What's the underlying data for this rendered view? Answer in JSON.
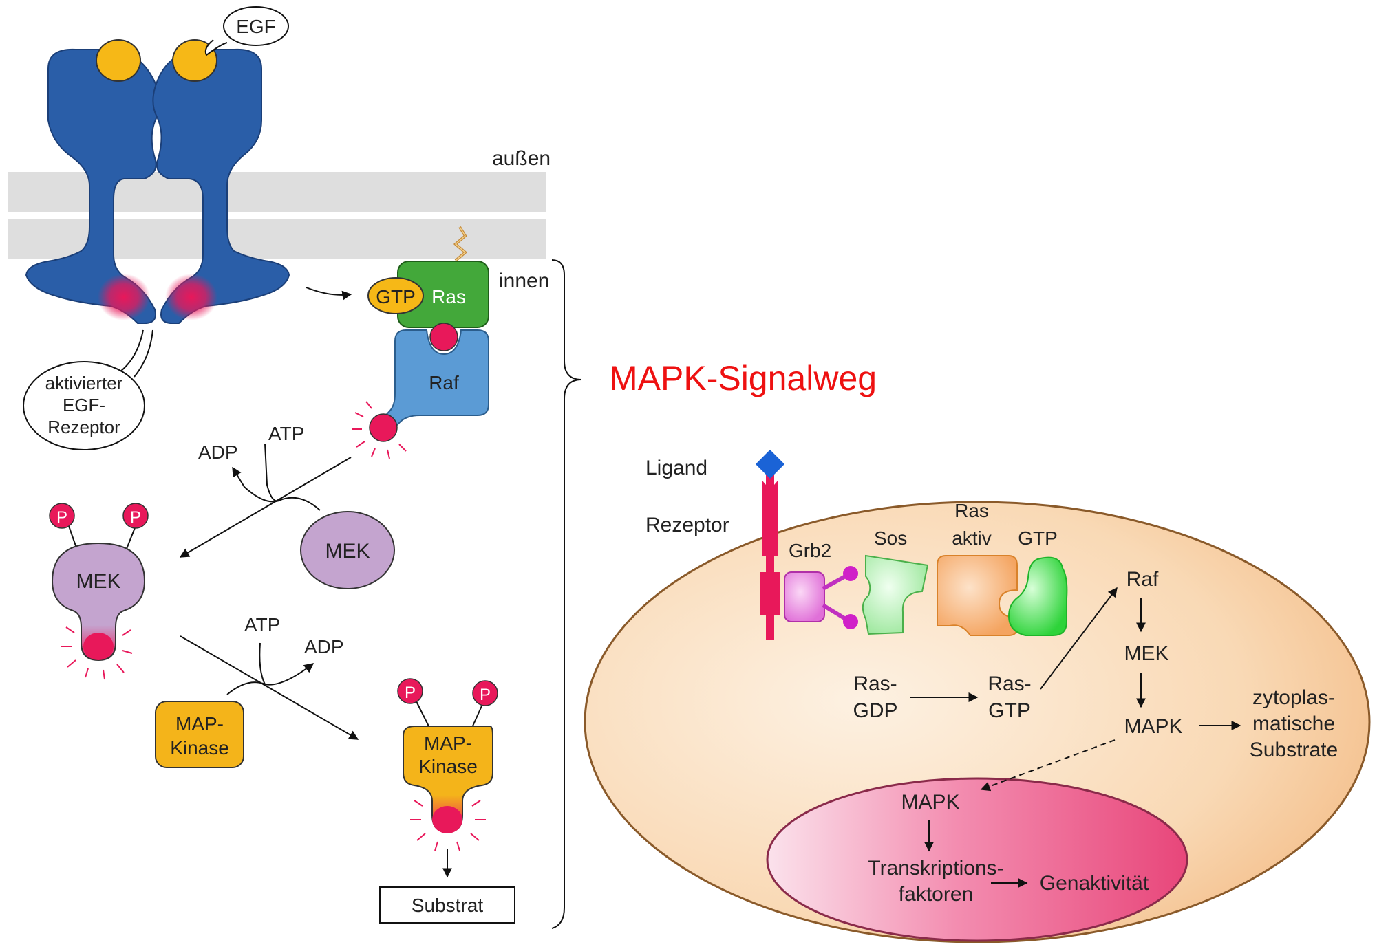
{
  "left_panel": {
    "ligand": "EGF",
    "outside": "außen",
    "inside": "innen",
    "receptor_label": [
      "aktivierter",
      "EGF-",
      "Rezeptor"
    ],
    "gtp": "GTP",
    "ras": "Ras",
    "raf": "Raf",
    "adp_1": "ADP",
    "atp_1": "ATP",
    "mek_inactive": "MEK",
    "mek_active": "MEK",
    "p_symbol": "P",
    "atp_2": "ATP",
    "adp_2": "ADP",
    "mapk_inactive": [
      "MAP-",
      "Kinase"
    ],
    "mapk_active": [
      "MAP-",
      "Kinase"
    ],
    "substrate": "Substrat"
  },
  "pathway_title": "MAPK-Signalweg",
  "right_panel": {
    "ligand": "Ligand",
    "receptor": "Rezeptor",
    "grb2": "Grb2",
    "sos": "Sos",
    "ras_active": [
      "Ras",
      "aktiv"
    ],
    "gtp": "GTP",
    "ras_gdp": [
      "Ras-",
      "GDP"
    ],
    "ras_gtp": [
      "Ras-",
      "GTP"
    ],
    "raf": "Raf",
    "mek": "MEK",
    "mapk": "MAPK",
    "cytoplasmic_substrates": [
      "zytoplas-",
      "matische",
      "Substrate"
    ],
    "mapk_nucleus": "MAPK",
    "transcription_factors": [
      "Transkriptions-",
      "faktoren"
    ],
    "gene_activity": "Genaktivität"
  },
  "colors": {
    "receptor_blue": "#2a5ea8",
    "egf_yellow": "#f6b817",
    "membrane_grey": "#dedede",
    "ras_green": "#43a83a",
    "raf_blue": "#5b9bd5",
    "mek_purple": "#c4a4cf",
    "mapk_orange": "#f4b41a",
    "phospho_red": "#e8185a",
    "title_red": "#ee1111",
    "cell_peach": "#f8d5ad",
    "nucleus_pink": "#ea5a8a",
    "receptor_magenta": "#e8185a",
    "ligand_diamond": "#1a63d6"
  }
}
